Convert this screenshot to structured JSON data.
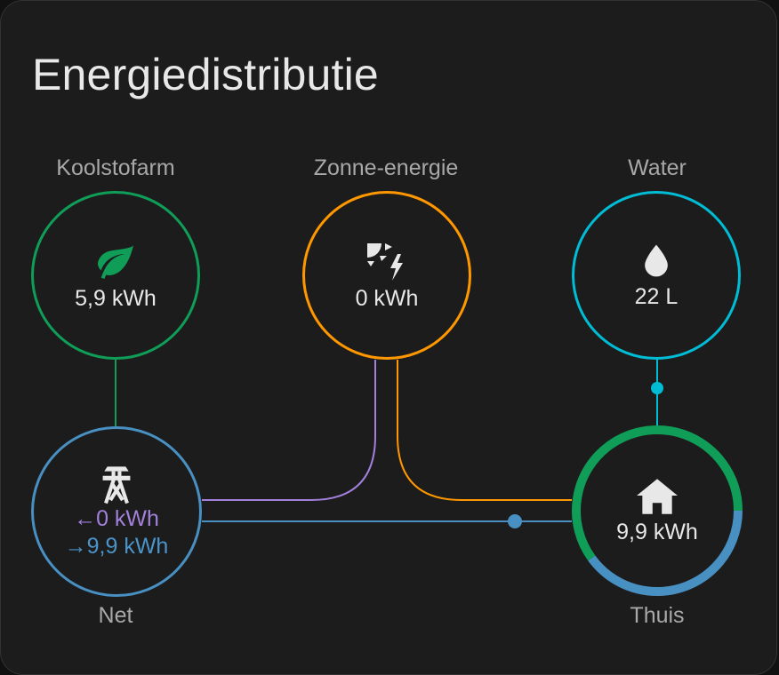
{
  "card": {
    "title": "Energiedistributie"
  },
  "colors": {
    "co2": "#0f9d58",
    "solar": "#ff9800",
    "water": "#00bcd4",
    "grid": "#488fc2",
    "grid_return": "#a280db",
    "background": "#1c1c1c"
  },
  "nodes": {
    "low_carbon": {
      "label": "Koolstofarm",
      "value": "5,9 kWh",
      "icon": "leaf-icon"
    },
    "solar": {
      "label": "Zonne-energie",
      "value": "0 kWh",
      "icon": "solar-power-icon"
    },
    "water": {
      "label": "Water",
      "value": "22 L",
      "icon": "water-drop-icon"
    },
    "grid": {
      "label": "Net",
      "return_value": "0 kWh",
      "consumption_value": "9,9 kWh",
      "return_arrow": "←",
      "consumption_arrow": "→",
      "icon": "transmission-tower-icon"
    },
    "home": {
      "label": "Thuis",
      "value": "9,9 kWh",
      "icon": "home-icon",
      "ring_segments": [
        {
          "source": "low_carbon",
          "share": 0.6
        },
        {
          "source": "grid",
          "share": 0.4
        }
      ]
    }
  }
}
